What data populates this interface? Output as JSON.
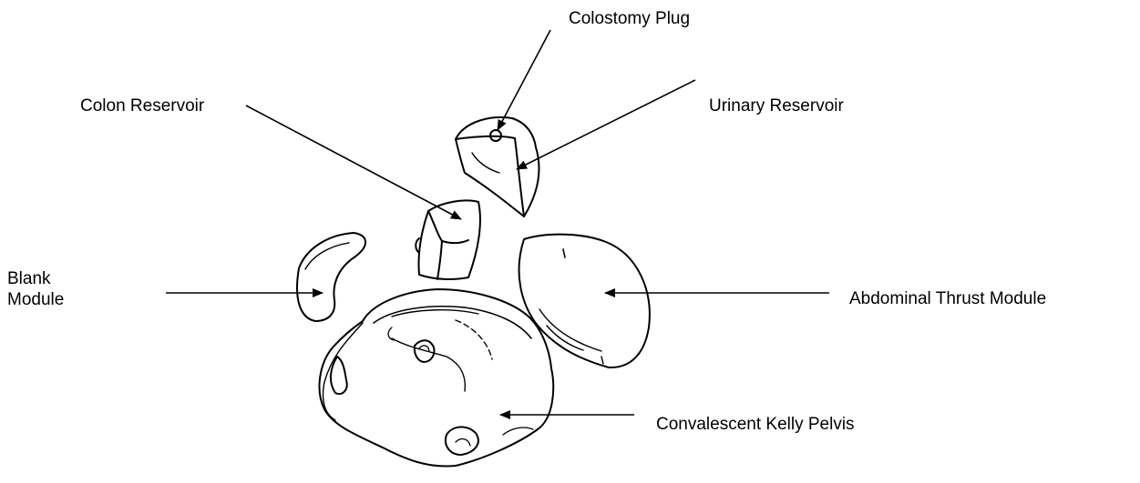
{
  "labels": {
    "colostomy_plug": "Colostomy Plug",
    "colon_reservoir": "Colon Reservoir",
    "urinary_reservoir": "Urinary Reservoir",
    "blank_module": "Blank Module",
    "abdominal_thrust_module": "Abdominal Thrust Module",
    "convalescent_kelly_pelvis": "Convalescent Kelly Pelvis"
  },
  "colors": {
    "ink": "#000000",
    "background": "#ffffff"
  }
}
